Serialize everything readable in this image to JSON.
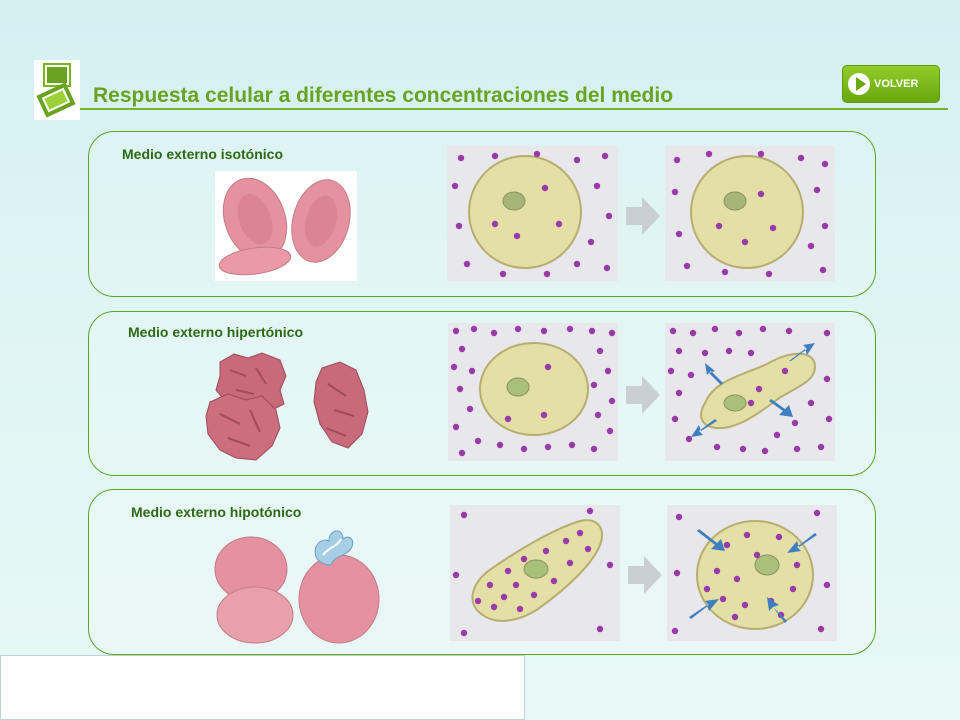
{
  "header": {
    "title": "Respuesta celular a diferentes concentraciones del medio",
    "volver_label": "VOLVER"
  },
  "panels": [
    {
      "label": "Medio externo isotónico"
    },
    {
      "label": "Medio externo hipertónico"
    },
    {
      "label": "Medio externo hipotónico"
    }
  ],
  "colors": {
    "accent_green": "#6aa322",
    "panel_border": "#5aa82a",
    "solute_purple": "#9a3aa8",
    "cell_fill": "#e3dfa6",
    "rbc_pink": "#e4929f",
    "arrow_blue": "#3f7fc0"
  }
}
